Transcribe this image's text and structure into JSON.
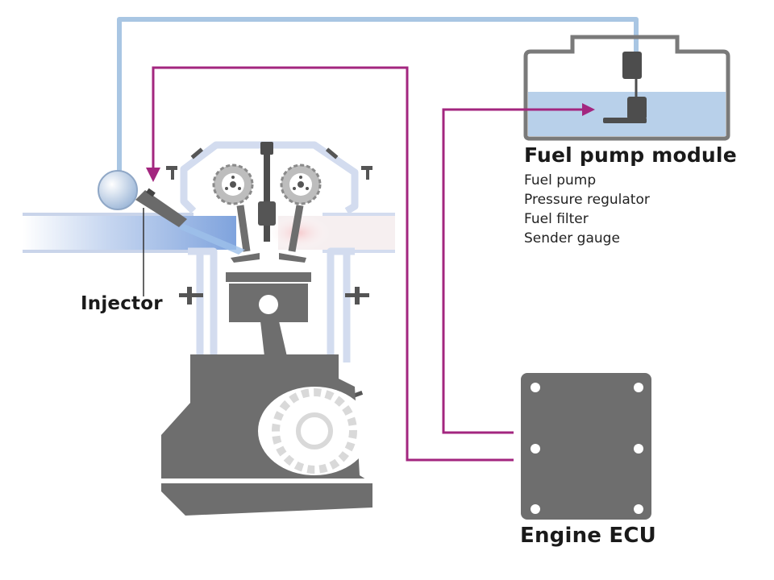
{
  "labels": {
    "fuel_pump_module": "Fuel pump module",
    "module_components": [
      "Fuel pump",
      "Pressure regulator",
      "Fuel filter",
      "Sender gauge"
    ],
    "injector": "Injector",
    "engine_ecu": "Engine ECU"
  },
  "colors": {
    "fuel_line": "#a9c6e3",
    "signal_line": "#a3267f",
    "engine_outline": "#d3dcef",
    "engine_body": "#6e6e6e",
    "fuel_level": "#b8d0ea",
    "tank_outline": "#7a7a7a"
  },
  "icons": [
    "fuel-tank-icon",
    "fuel-pump-icon",
    "injector-icon",
    "ecu-box-icon",
    "piston-icon",
    "camshaft-gear-icon",
    "spark-plug-icon",
    "crankcase-icon"
  ]
}
